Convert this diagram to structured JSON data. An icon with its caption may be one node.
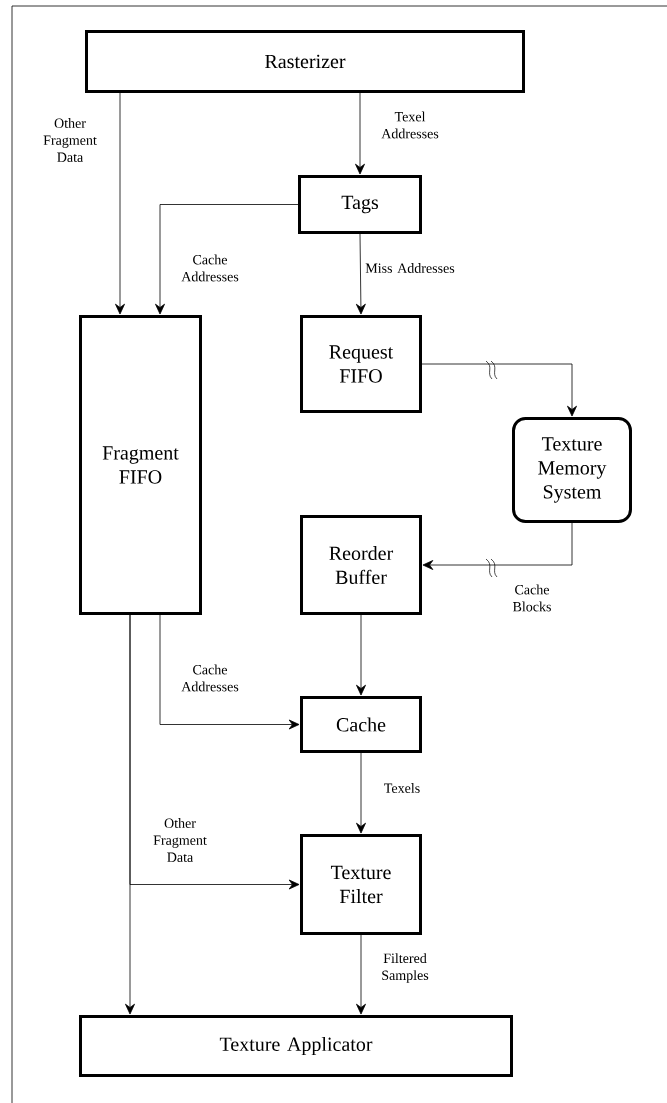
{
  "diagram": {
    "nodes": [
      {
        "text": [
          "Rasterizer"
        ]
      },
      {
        "text": [
          "Tags"
        ]
      },
      {
        "text": [
          "Fragment FIFO"
        ]
      },
      {
        "text": [
          "Request FIFO"
        ]
      },
      {
        "text": [
          "Texture Memory System"
        ]
      },
      {
        "text": [
          "Reorder Buffer"
        ]
      },
      {
        "text": [
          "Cache"
        ]
      },
      {
        "text": [
          "Texture Filter"
        ]
      },
      {
        "text": [
          "Texture Applicator"
        ]
      }
    ],
    "edges": [
      {
        "from": 0,
        "to": 2,
        "arrow": "to",
        "label": "Other Fragment Data"
      },
      {
        "from": 0,
        "to": 1,
        "arrow": "to",
        "label": "Texel Addresses"
      },
      {
        "from": 1,
        "to": 2,
        "arrow": "to",
        "label": "Cache Addresses"
      },
      {
        "from": 1,
        "to": 3,
        "arrow": "to",
        "label": "Miss Addresses"
      },
      {
        "from": 3,
        "to": 4,
        "arrow": "to"
      },
      {
        "from": 4,
        "to": 5,
        "arrow": "to",
        "label": "Cache Blocks"
      },
      {
        "from": 5,
        "to": 6,
        "arrow": "to"
      },
      {
        "from": 2,
        "to": 6,
        "arrow": "to",
        "label": "Cache Addresses"
      },
      {
        "from": 2,
        "to": 8,
        "arrow": "to"
      },
      {
        "from": 2,
        "to": 7,
        "arrow": "to",
        "label": "Other Fragment Data"
      },
      {
        "from": 6,
        "to": 7,
        "arrow": "to",
        "label": "Texels"
      },
      {
        "from": 7,
        "to": 8,
        "arrow": "to",
        "label": "Filtered Samples"
      }
    ]
  }
}
